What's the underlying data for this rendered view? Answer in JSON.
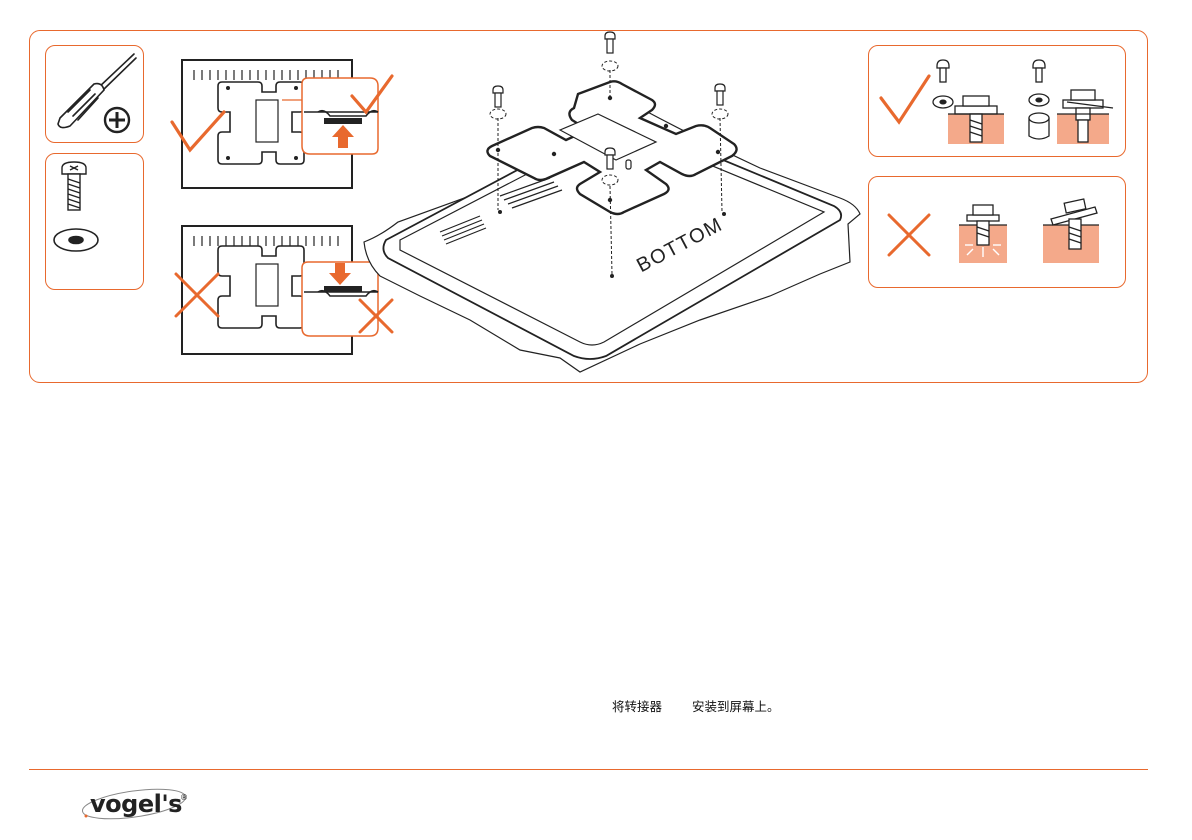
{
  "diagram": {
    "label_bottom": "BOTTOM"
  },
  "caption": {
    "part1": "将转接器",
    "part2": "安装到屏幕上。"
  },
  "brand": {
    "logo_text": "vogel's",
    "registered": "®"
  },
  "colors": {
    "accent": "#e8692e",
    "accent_fill": "#f4a98a",
    "line": "#222222"
  },
  "icons": [
    "screwdriver-icon",
    "phillips-head-icon",
    "screw-icon",
    "washer-icon",
    "checkmark-icon",
    "cross-icon",
    "arrow-up-icon",
    "arrow-down-icon"
  ]
}
